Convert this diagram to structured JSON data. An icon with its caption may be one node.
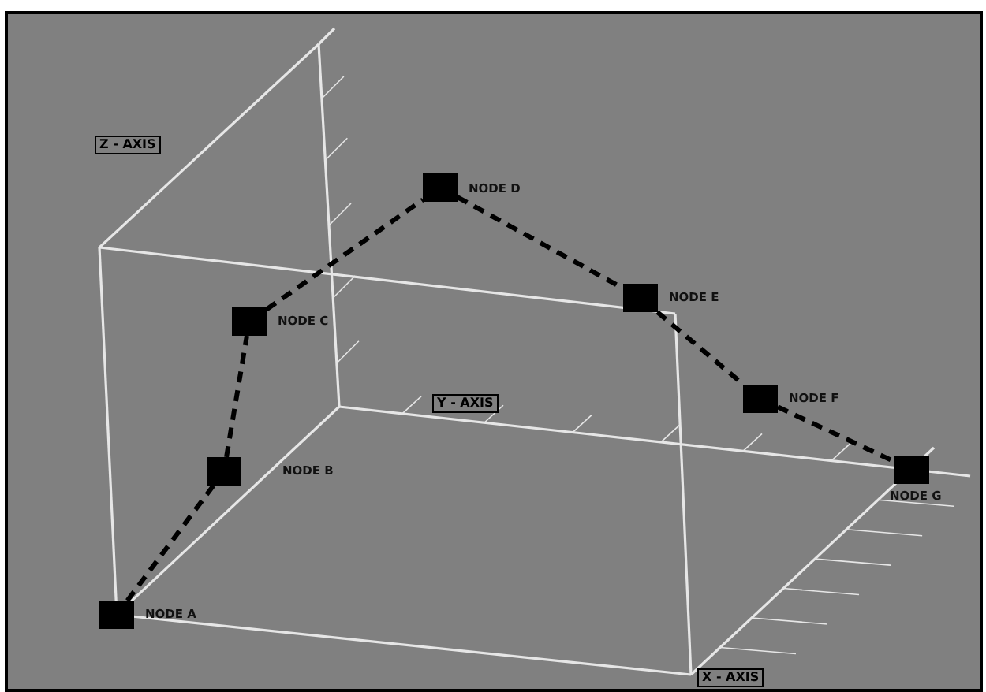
{
  "diagram": {
    "nodes": [
      {
        "text": [],
        "shape": "box",
        "beside": [
          "NODE A"
        ]
      },
      {
        "text": [],
        "shape": "box",
        "beside": [
          "NODE B"
        ]
      },
      {
        "text": [],
        "shape": "box",
        "beside": [
          "NODE C"
        ]
      },
      {
        "text": [],
        "shape": "box",
        "beside": [
          "NODE D"
        ]
      },
      {
        "text": [],
        "shape": "box",
        "beside": [
          "NODE E"
        ]
      },
      {
        "text": [],
        "shape": "box",
        "beside": [
          "NODE F"
        ]
      },
      {
        "text": [],
        "shape": "box",
        "beside": [
          "NODE G"
        ]
      }
    ],
    "edges": [
      {
        "from": 0,
        "to": 1,
        "arrow": "none",
        "style": "dashed"
      },
      {
        "from": 1,
        "to": 2,
        "arrow": "none",
        "style": "dashed"
      },
      {
        "from": 2,
        "to": 3,
        "arrow": "none",
        "style": "dashed"
      },
      {
        "from": 3,
        "to": 4,
        "arrow": "none",
        "style": "dashed"
      },
      {
        "from": 4,
        "to": 5,
        "arrow": "none",
        "style": "dashed"
      },
      {
        "from": 5,
        "to": 6,
        "arrow": "none",
        "style": "dashed"
      }
    ],
    "labels": [
      "Z - AXIS",
      "Y - AXIS",
      "X - AXIS"
    ]
  }
}
